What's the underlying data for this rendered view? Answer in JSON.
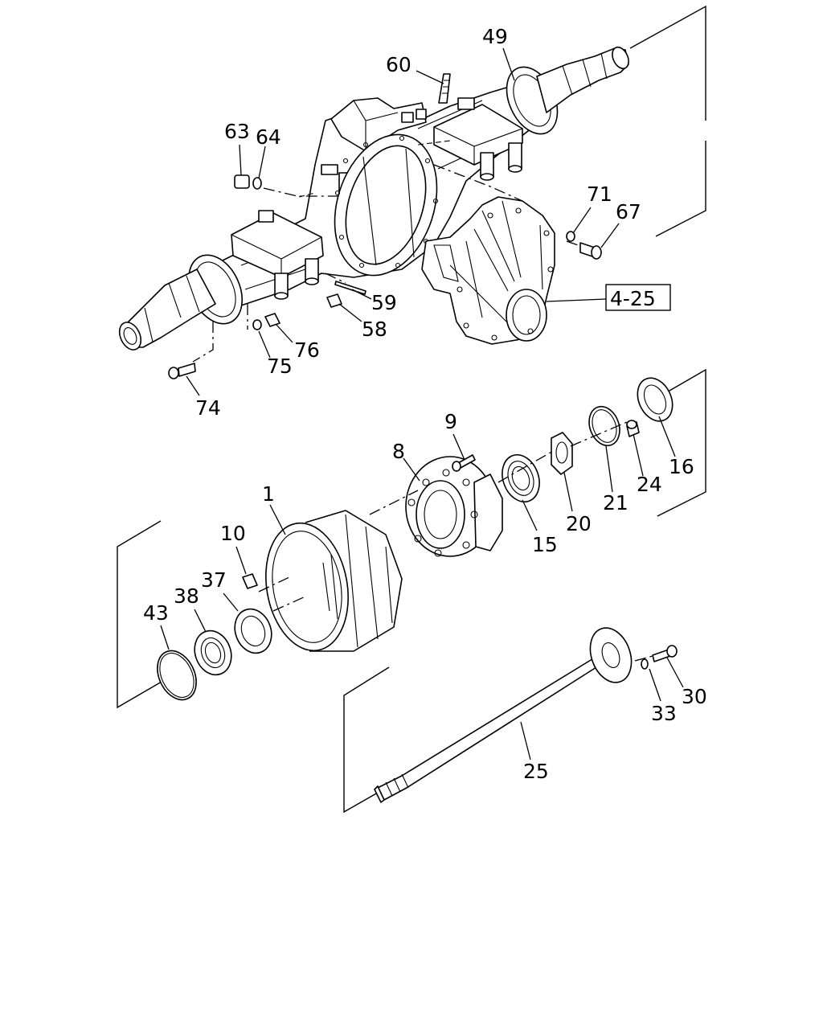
{
  "callouts": [
    {
      "id": "49",
      "text": "49"
    },
    {
      "id": "60",
      "text": "60"
    },
    {
      "id": "63",
      "text": "63"
    },
    {
      "id": "64",
      "text": "64"
    },
    {
      "id": "71",
      "text": "71"
    },
    {
      "id": "67",
      "text": "67"
    },
    {
      "id": "ref",
      "text": "4-25"
    },
    {
      "id": "59",
      "text": "59"
    },
    {
      "id": "58",
      "text": "58"
    },
    {
      "id": "76",
      "text": "76"
    },
    {
      "id": "75",
      "text": "75"
    },
    {
      "id": "74",
      "text": "74"
    },
    {
      "id": "9",
      "text": "9"
    },
    {
      "id": "8",
      "text": "8"
    },
    {
      "id": "16",
      "text": "16"
    },
    {
      "id": "24",
      "text": "24"
    },
    {
      "id": "21",
      "text": "21"
    },
    {
      "id": "20",
      "text": "20"
    },
    {
      "id": "15",
      "text": "15"
    },
    {
      "id": "1",
      "text": "1"
    },
    {
      "id": "10",
      "text": "10"
    },
    {
      "id": "37",
      "text": "37"
    },
    {
      "id": "38",
      "text": "38"
    },
    {
      "id": "43",
      "text": "43"
    },
    {
      "id": "30",
      "text": "30"
    },
    {
      "id": "33",
      "text": "33"
    },
    {
      "id": "25",
      "text": "25"
    }
  ]
}
